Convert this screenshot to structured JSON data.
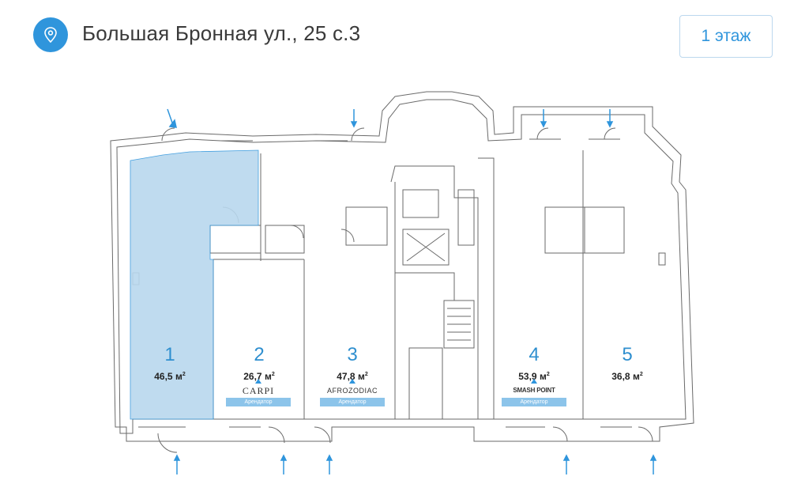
{
  "header": {
    "address": "Большая Бронная ул., 25 с.3",
    "pin_icon": "location-pin-icon",
    "floor_button": "1 этаж"
  },
  "colors": {
    "accent": "#2f95dc",
    "selected_room_fill": "#b9d8ee",
    "tenant_tag": "#8cc4ea"
  },
  "rooms": [
    {
      "number": "1",
      "area": "46,5 м",
      "selected": true
    },
    {
      "number": "2",
      "area": "26,7 м",
      "selected": false
    },
    {
      "number": "3",
      "area": "47,8 м",
      "selected": false
    },
    {
      "number": "4",
      "area": "53,9 м",
      "selected": false
    },
    {
      "number": "5",
      "area": "36,8 м",
      "selected": false
    }
  ],
  "area_unit_sup": "2",
  "tenants": [
    {
      "room": "2",
      "logo": "CARPI",
      "tag": "Арендатор"
    },
    {
      "room": "3",
      "logo": "AFROZODIAC",
      "tag": "Арендатор"
    },
    {
      "room": "4",
      "logo": "SMASH POINT",
      "tag": "Арендатор"
    }
  ],
  "entrance_icon": "entrance-arrow-icon"
}
